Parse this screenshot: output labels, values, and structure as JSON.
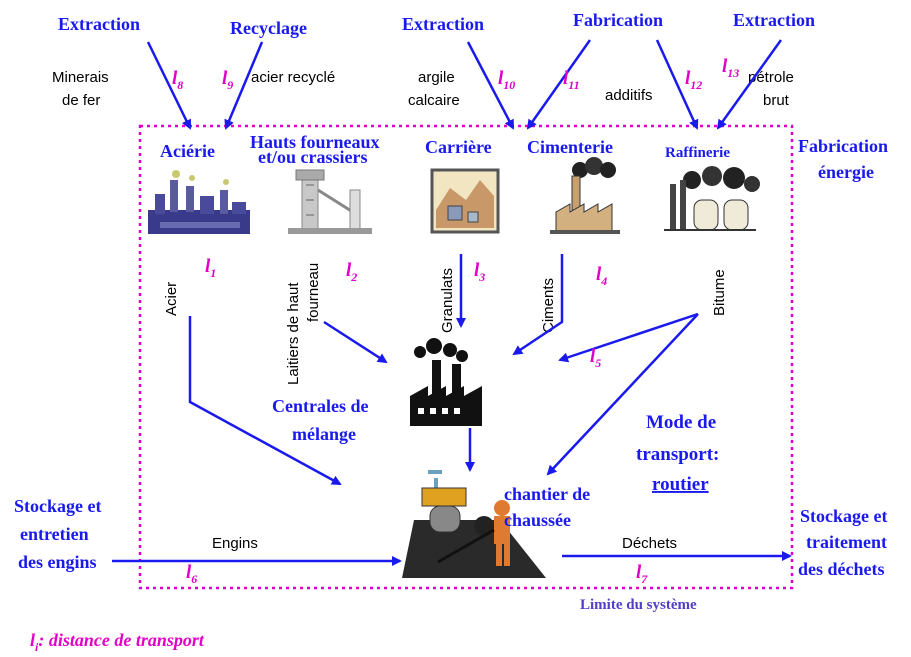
{
  "top": {
    "extraction1": "Extraction",
    "recyclage": "Recyclage",
    "extraction2": "Extraction",
    "fabrication": "Fabrication",
    "extraction3": "Extraction"
  },
  "inputs": {
    "minerais_line1": "Minerais",
    "minerais_line2": "de fer",
    "acier_recycle": "acier recyclé",
    "argile": "argile",
    "calcaire": "calcaire",
    "additifs": "additifs",
    "petrole": "pétrole",
    "brut": "brut"
  },
  "plants": {
    "acierie": "Aciérie",
    "hauts_line1": "Hauts fourneaux",
    "hauts_line2": "et/ou crassiers",
    "carriere": "Carrière",
    "cimenterie": "Cimenterie",
    "raffinerie": "Raffinerie"
  },
  "fabrication_energie": {
    "line1": "Fabrication",
    "line2": "énergie"
  },
  "products": {
    "acier": "Acier",
    "laitiers_line1": "Laitiers de haut",
    "laitiers_line2": "fourneau",
    "granulats": "Granulats",
    "ciments": "Ciments",
    "bitume": "Bitume"
  },
  "centrales": {
    "line1": "Centrales de",
    "line2": "mélange"
  },
  "mode": {
    "line1": "Mode de",
    "line2": "transport:",
    "line3": "routier"
  },
  "chantier": {
    "line1": "chantier de",
    "line2": "chaussée"
  },
  "stockage_engins": {
    "line1": "Stockage et",
    "line2": "entretien",
    "line3": "des engins"
  },
  "stockage_dechets": {
    "line1": "Stockage et",
    "line2": "traitement",
    "line3": "des déchets"
  },
  "flows": {
    "engins": "Engins",
    "dechets": "Déchets"
  },
  "limite": "Limite du système",
  "distances": {
    "l_letter": "l",
    "l1": "1",
    "l2": "2",
    "l3": "3",
    "l4": "4",
    "l5": "5",
    "l6": "6",
    "l7": "7",
    "l8": "8",
    "l9": "9",
    "l10": "10",
    "l11": "11",
    "l12": "12",
    "l13": "13"
  },
  "legend": {
    "l": "l",
    "sub": "i",
    "text": ": distance de transport"
  },
  "colors": {
    "blue": "#1a1aee",
    "magenta": "#e000c8",
    "boundary": "#e000c8"
  }
}
